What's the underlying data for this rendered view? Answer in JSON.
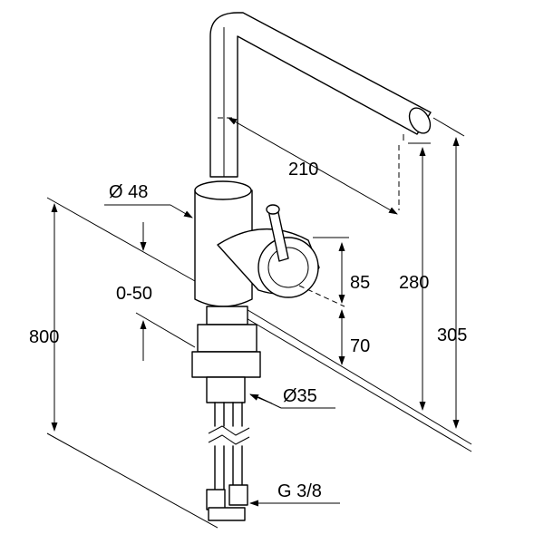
{
  "dimensions": {
    "spout_reach": "210",
    "body_diameter": "Ø 48",
    "counter_thickness": "0-50",
    "total_length": "800",
    "handle_height": "85",
    "base_height": "70",
    "spout_height": "280",
    "total_height": "305",
    "hole_diameter": "Ø35",
    "connection_thread": "G 3/8"
  }
}
